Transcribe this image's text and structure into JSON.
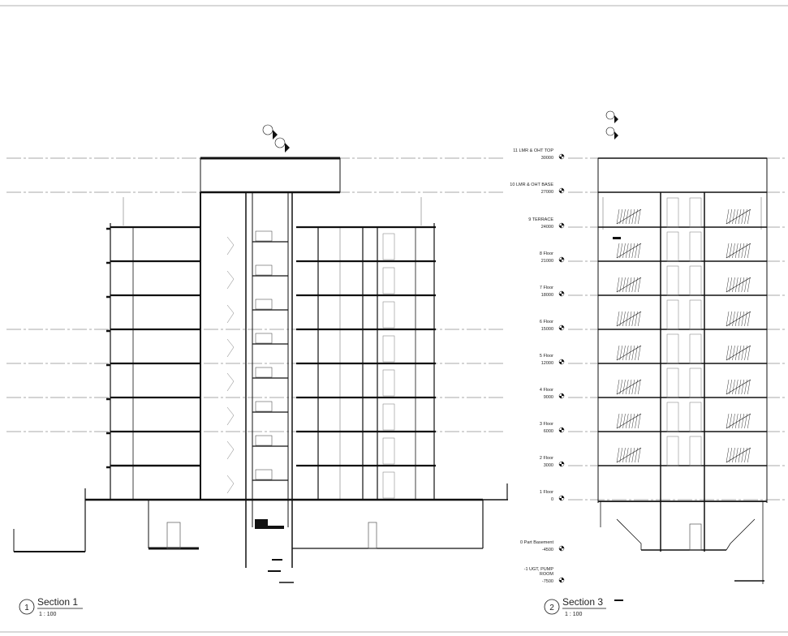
{
  "levels": [
    {
      "name": "11 LMR & OHT TOP",
      "elev": "30000"
    },
    {
      "name": "10 LMR & OHT BASE",
      "elev": "27000"
    },
    {
      "name": "9 TERRACE",
      "elev": "24000"
    },
    {
      "name": "8 Floor",
      "elev": "21000"
    },
    {
      "name": "7 Floor",
      "elev": "18000"
    },
    {
      "name": "6 Floor",
      "elev": "15000"
    },
    {
      "name": "5 Floor",
      "elev": "12000"
    },
    {
      "name": "4 Floor",
      "elev": "9000"
    },
    {
      "name": "3 Floor",
      "elev": "6000"
    },
    {
      "name": "2 Floor",
      "elev": "3000"
    },
    {
      "name": "1 Floor",
      "elev": "0"
    },
    {
      "name": "0 Part Basement",
      "elev": "-4500"
    },
    {
      "name": "-1 UGT, PUMP ROOM",
      "elev": "-7500"
    }
  ],
  "views": [
    {
      "number": "1",
      "title": "Section 1",
      "scale": "1 : 100"
    },
    {
      "number": "2",
      "title": "Section 3",
      "scale": "1 : 100"
    }
  ],
  "colors": {
    "line": "#111111",
    "grid": "#555555",
    "thin": "#777777"
  }
}
